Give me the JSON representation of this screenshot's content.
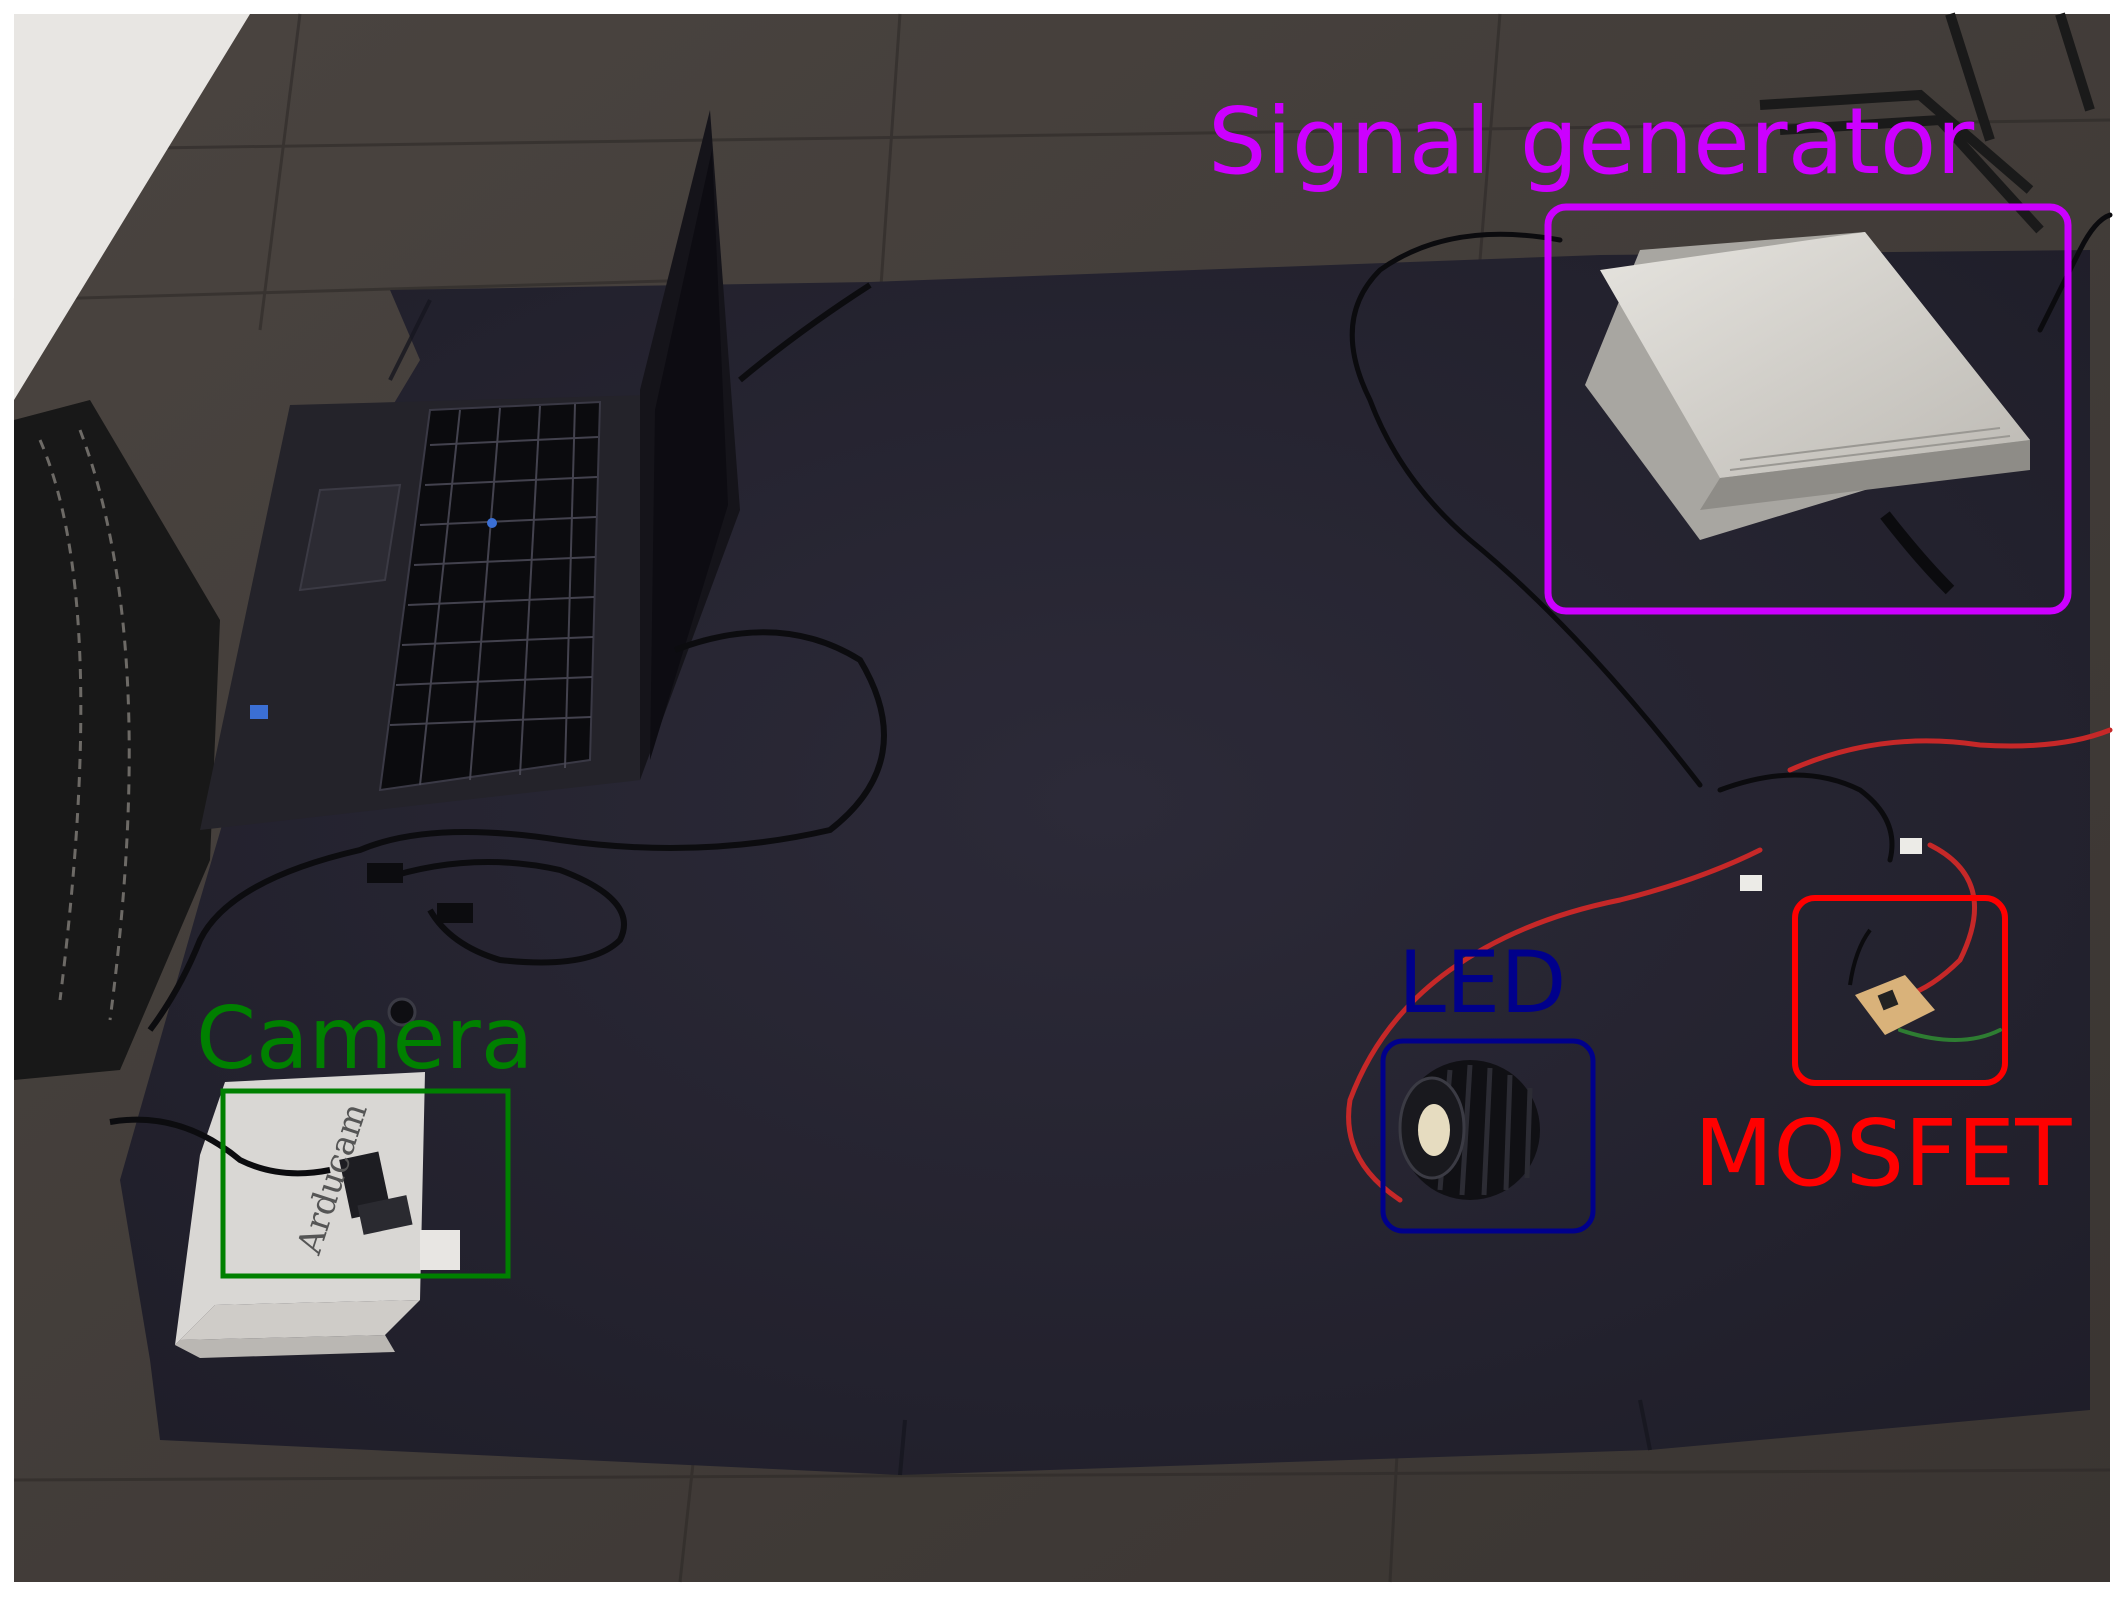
{
  "annotations": [
    {
      "id": "signal-generator",
      "label": "Signal generator",
      "color": "#cc00ff"
    },
    {
      "id": "camera",
      "label": "Camera",
      "color": "#008000"
    },
    {
      "id": "led",
      "label": "LED",
      "color": "#00008b"
    },
    {
      "id": "mosfet",
      "label": "MOSFET",
      "color": "#ff0000"
    }
  ]
}
